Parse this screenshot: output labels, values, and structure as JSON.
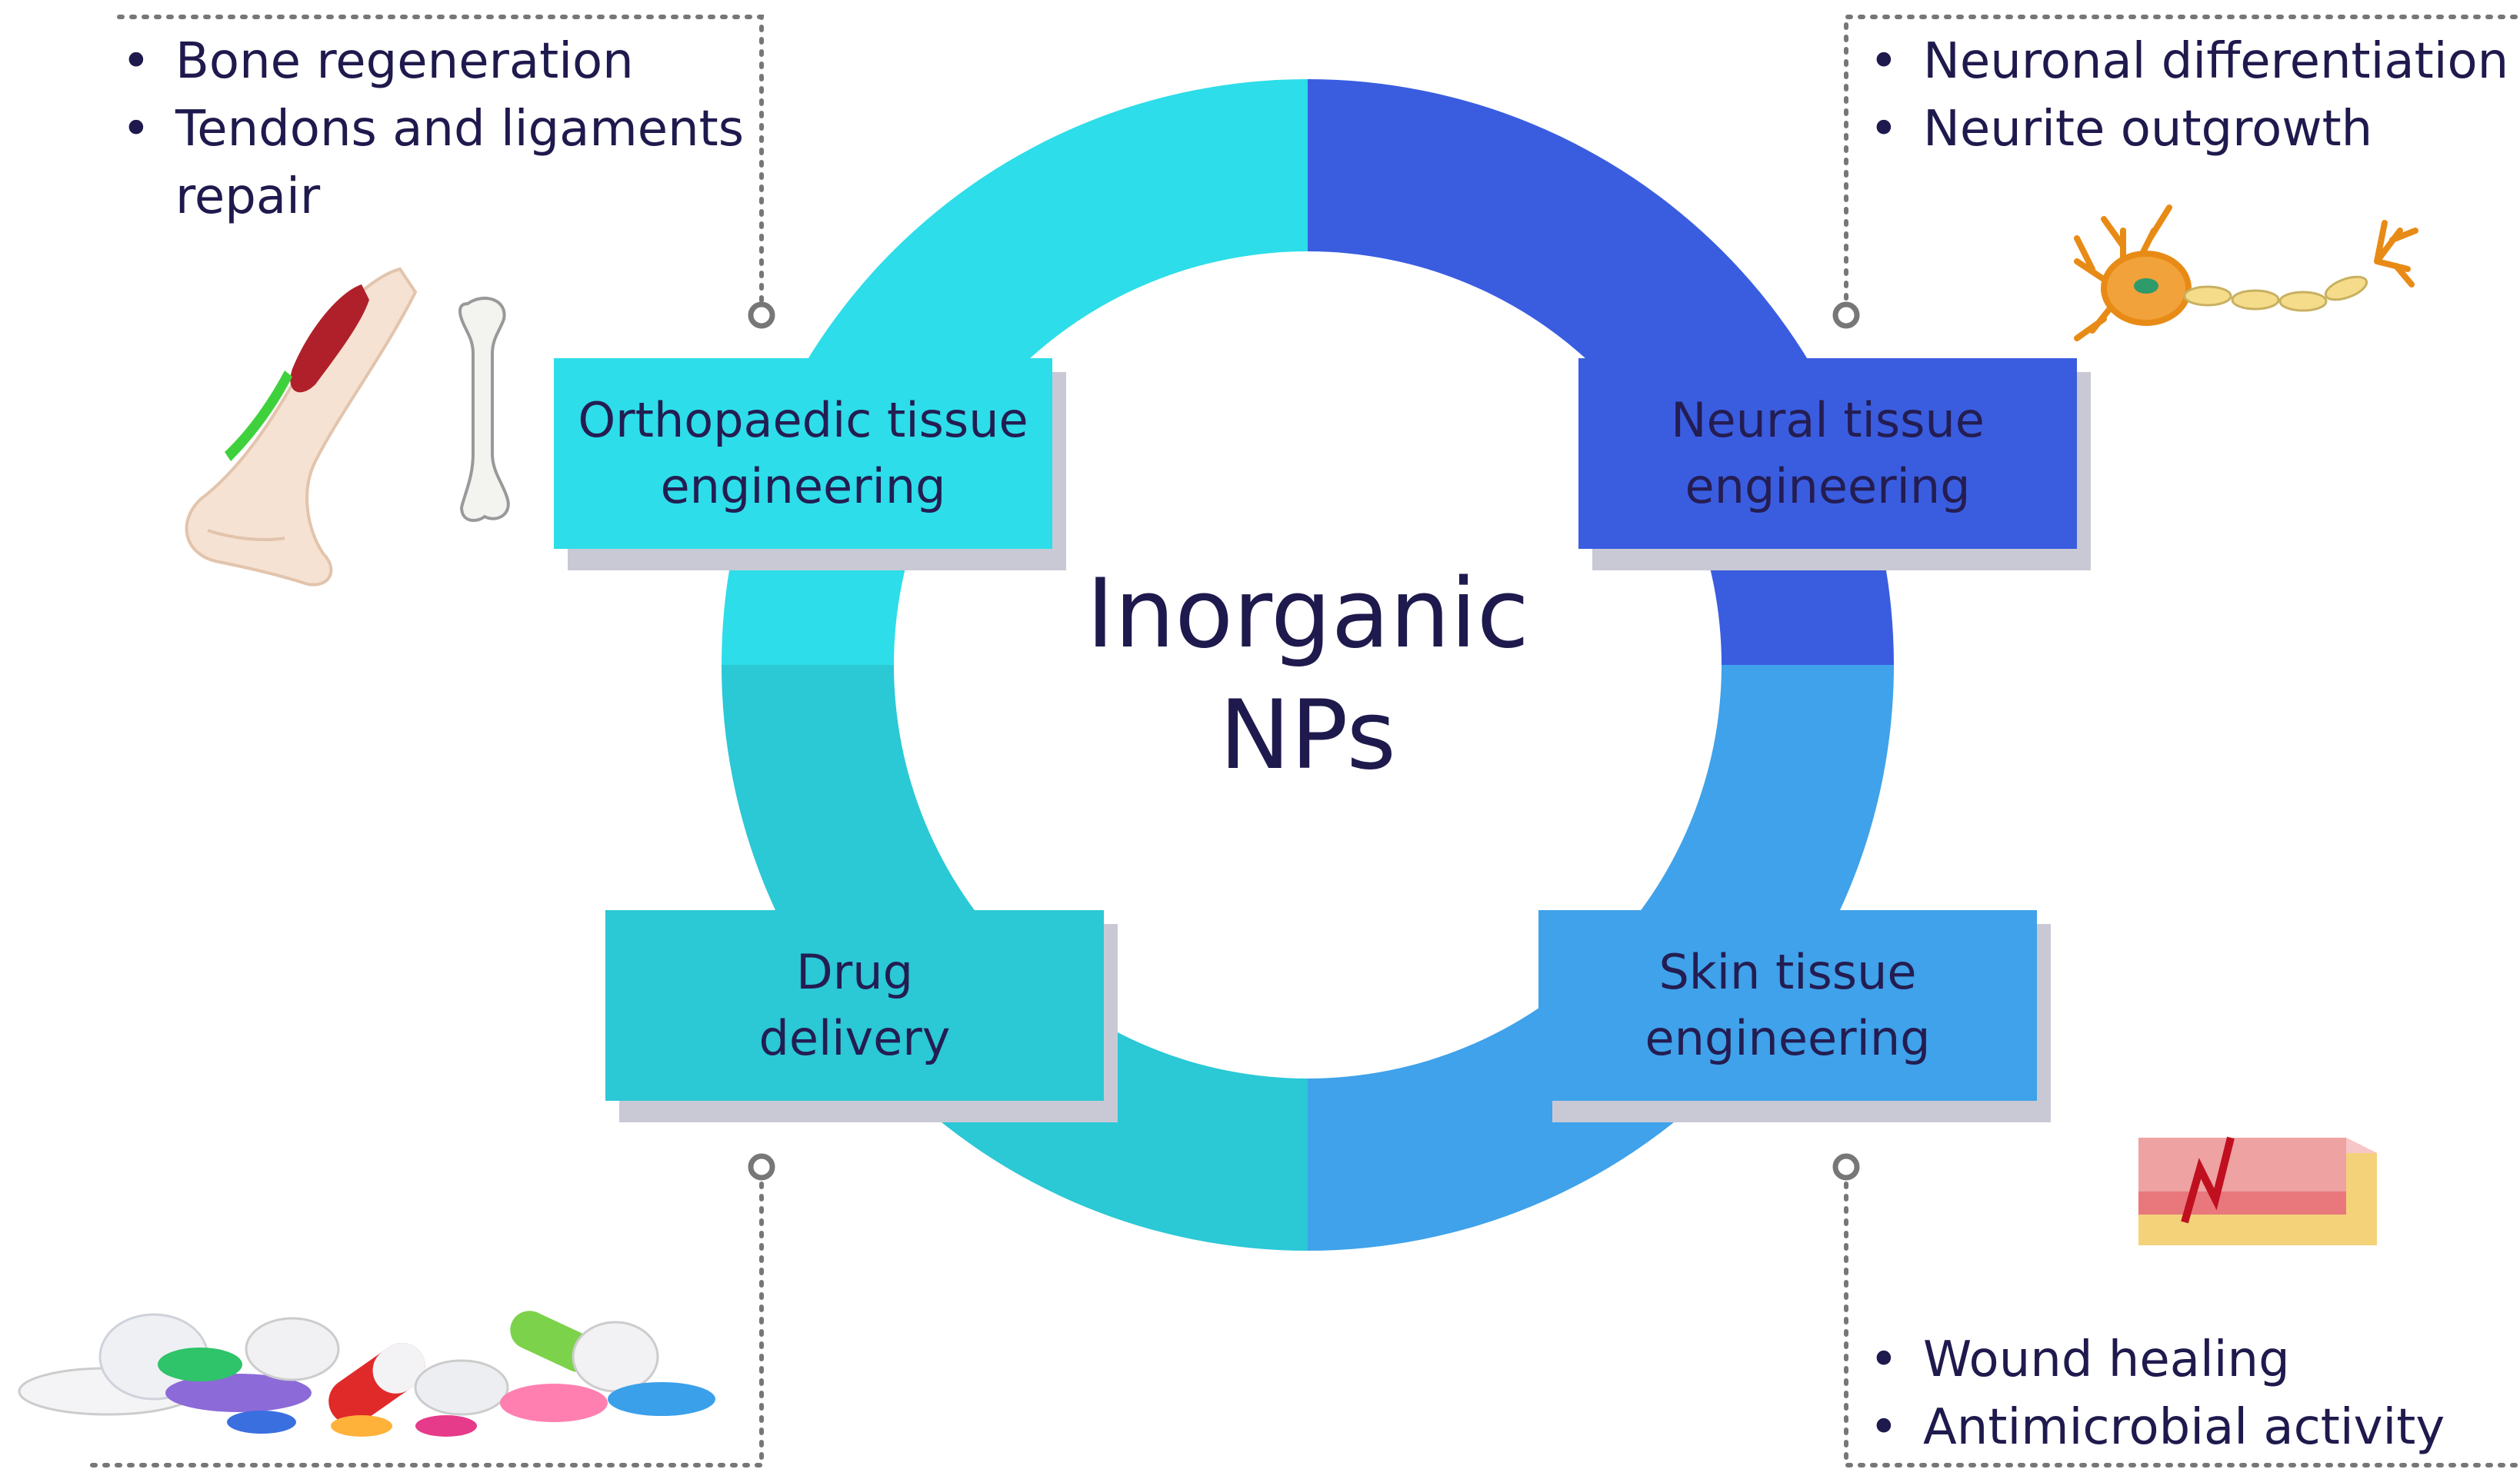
{
  "diagram": {
    "center_title": "Inorganic\nNPs",
    "colors": {
      "top_left": "#2ddde9",
      "top_right": "#3a5de0",
      "bottom_left": "#2bc8d6",
      "bottom_right": "#3fa2ea",
      "box_top_left": "#2ddde9",
      "box_top_right": "#3a5de0",
      "box_bottom_left": "#2bc8d6",
      "box_bottom_right": "#3fa2ea",
      "connector": "#777777",
      "text": "#1f1a4d"
    },
    "quadrants": {
      "top_left": {
        "label": "Orthopaedic tissue\nengineering",
        "bullets": [
          "Bone regeneration",
          "Tendons and ligaments\nrepair"
        ],
        "icons": [
          "leg-muscle-tendon-icon",
          "femur-bone-icon"
        ]
      },
      "top_right": {
        "label": "Neural tissue\nengineering",
        "bullets": [
          "Neuronal differentiation",
          "Neurite outgrowth"
        ],
        "icons": [
          "neuron-icon"
        ]
      },
      "bottom_left": {
        "label": "Drug\ndelivery",
        "bullets": [],
        "icons": [
          "pills-capsules-icon"
        ]
      },
      "bottom_right": {
        "label": "Skin tissue\nengineering",
        "bullets": [
          "Wound healing",
          "Antimicrobial activity"
        ],
        "icons": [
          "skin-wound-icon"
        ]
      }
    }
  }
}
